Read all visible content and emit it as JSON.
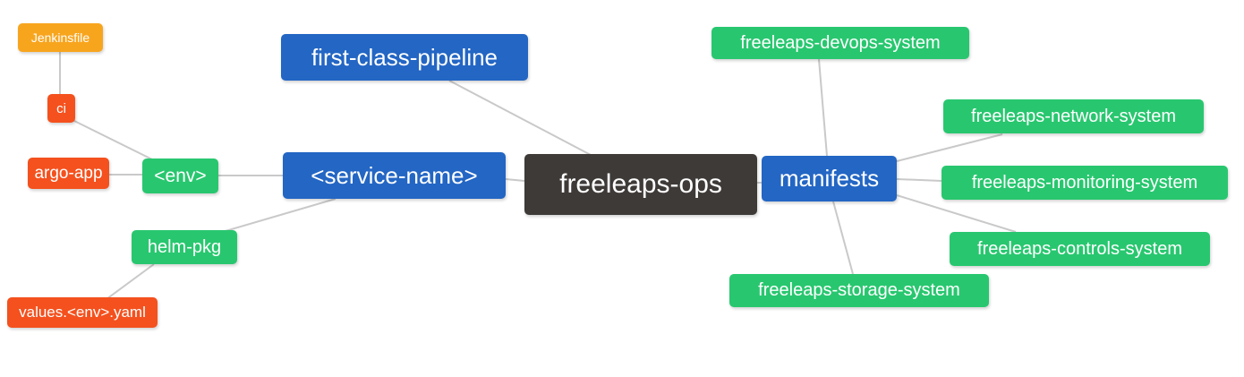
{
  "palette": {
    "orange": "#f8a51e",
    "red": "#f4511e",
    "green": "#28c76f",
    "blue": "#2366c4",
    "dark": "#3e3a38",
    "edge_gray": "#c9c9c9",
    "background": "#ffffff",
    "node_text": "#ffffff"
  },
  "nodes": {
    "jenkinsfile": {
      "label": "Jenkinsfile",
      "color": "#f8a51e"
    },
    "ci": {
      "label": "ci",
      "color": "#f4511e"
    },
    "argo_app": {
      "label": "argo-app",
      "color": "#f4511e"
    },
    "env": {
      "label": "<env>",
      "color": "#28c76f"
    },
    "first_class_pipeline": {
      "label": "first-class-pipeline",
      "color": "#2366c4"
    },
    "service_name": {
      "label": "<service-name>",
      "color": "#2366c4"
    },
    "freeleaps_ops": {
      "label": "freeleaps-ops",
      "color": "#3e3a38"
    },
    "manifests": {
      "label": "manifests",
      "color": "#2366c4"
    },
    "devops_system": {
      "label": "freeleaps-devops-system",
      "color": "#28c76f"
    },
    "network_system": {
      "label": "freeleaps-network-system",
      "color": "#28c76f"
    },
    "monitoring_system": {
      "label": "freeleaps-monitoring-system",
      "color": "#28c76f"
    },
    "controls_system": {
      "label": "freeleaps-controls-system",
      "color": "#28c76f"
    },
    "storage_system": {
      "label": "freeleaps-storage-system",
      "color": "#28c76f"
    },
    "helm_pkg": {
      "label": "helm-pkg",
      "color": "#28c76f"
    },
    "values_env_yaml": {
      "label": "values.<env>.yaml",
      "color": "#f4511e"
    }
  },
  "edges": [
    [
      "jenkinsfile",
      "ci"
    ],
    [
      "ci",
      "env"
    ],
    [
      "argo_app",
      "env"
    ],
    [
      "env",
      "service_name"
    ],
    [
      "first_class_pipeline",
      "freeleaps_ops"
    ],
    [
      "service_name",
      "freeleaps_ops"
    ],
    [
      "service_name",
      "helm_pkg"
    ],
    [
      "helm_pkg",
      "values_env_yaml"
    ],
    [
      "freeleaps_ops",
      "manifests"
    ],
    [
      "manifests",
      "devops_system"
    ],
    [
      "manifests",
      "network_system"
    ],
    [
      "manifests",
      "monitoring_system"
    ],
    [
      "manifests",
      "controls_system"
    ],
    [
      "manifests",
      "storage_system"
    ]
  ]
}
